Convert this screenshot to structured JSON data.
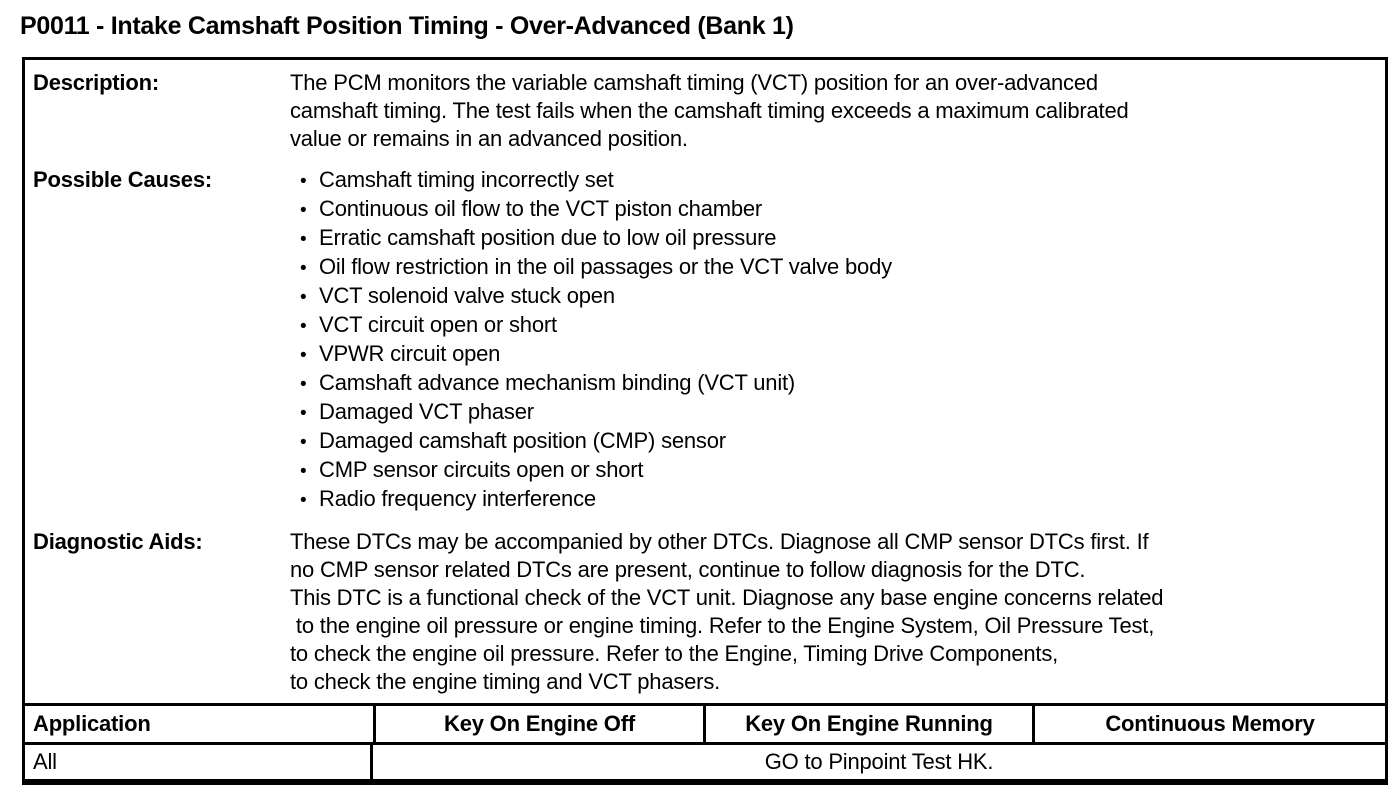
{
  "title": "P0011 - Intake Camshaft Position Timing - Over-Advanced (Bank 1)",
  "sections": {
    "description": {
      "label": "Description:",
      "text": "The PCM monitors the variable camshaft timing (VCT) position for an over-advanced\ncamshaft timing. The test fails when the camshaft timing exceeds a maximum calibrated\nvalue or remains in an advanced position."
    },
    "possible_causes": {
      "label": "Possible Causes:",
      "items": [
        "Camshaft timing incorrectly set",
        "Continuous oil flow to the VCT piston chamber",
        "Erratic camshaft position due to low oil pressure",
        "Oil flow restriction in the oil passages or the VCT valve body",
        "VCT solenoid valve stuck open",
        "VCT circuit open or short",
        "VPWR circuit open",
        "Camshaft advance mechanism binding (VCT unit)",
        "Damaged VCT phaser",
        "Damaged camshaft position (CMP) sensor",
        "CMP sensor circuits open or short",
        "Radio frequency interference"
      ]
    },
    "diagnostic_aids": {
      "label": "Diagnostic Aids:",
      "text": "These DTCs may be accompanied by other DTCs. Diagnose all CMP sensor DTCs first. If\nno CMP sensor related DTCs are present, continue to follow diagnosis for the DTC.\nThis DTC is a functional check of the VCT unit. Diagnose any base engine concerns related\n to the engine oil pressure or engine timing. Refer to the Engine System, Oil Pressure Test,\nto check the engine oil pressure. Refer to the Engine, Timing Drive Components,\nto check the engine timing and VCT phasers."
    }
  },
  "table": {
    "headers": {
      "application": "Application",
      "key_on_engine_off": "Key On Engine Off",
      "key_on_engine_running": "Key On Engine Running",
      "continuous_memory": "Continuous Memory"
    },
    "row": {
      "application": "All",
      "action": "GO to Pinpoint Test HK."
    }
  }
}
